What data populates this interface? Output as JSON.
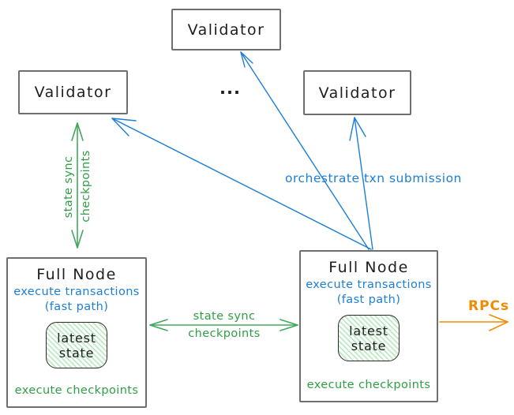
{
  "diagram": {
    "validator_top": {
      "label": "Validator"
    },
    "validator_left": {
      "label": "Validator"
    },
    "validator_right": {
      "label": "Validator"
    },
    "ellipsis": "...",
    "full_node_left": {
      "title": "Full Node",
      "exec_line1": "execute transactions",
      "exec_line2": "(fast path)",
      "state_line1": "latest",
      "state_line2": "state",
      "footer": "execute checkpoints"
    },
    "full_node_right": {
      "title": "Full Node",
      "exec_line1": "execute transactions",
      "exec_line2": "(fast path)",
      "state_line1": "latest",
      "state_line2": "state",
      "footer": "execute checkpoints"
    },
    "edge_labels": {
      "vertical_sync_line1": "state sync",
      "vertical_sync_line2": "checkpoints",
      "horizontal_sync_line1": "state sync",
      "horizontal_sync_line2": "checkpoints",
      "orchestrate": "orchestrate txn submission",
      "rpcs": "RPCs"
    },
    "colors": {
      "green": "#2f9e44",
      "green_arrow": "#41a85c",
      "blue": "#1c7ed6",
      "orange": "#f08c00",
      "text_black": "#1e1e1e",
      "box_border": "#6f6f6f",
      "state_stripe": "#bfe8c6"
    }
  }
}
